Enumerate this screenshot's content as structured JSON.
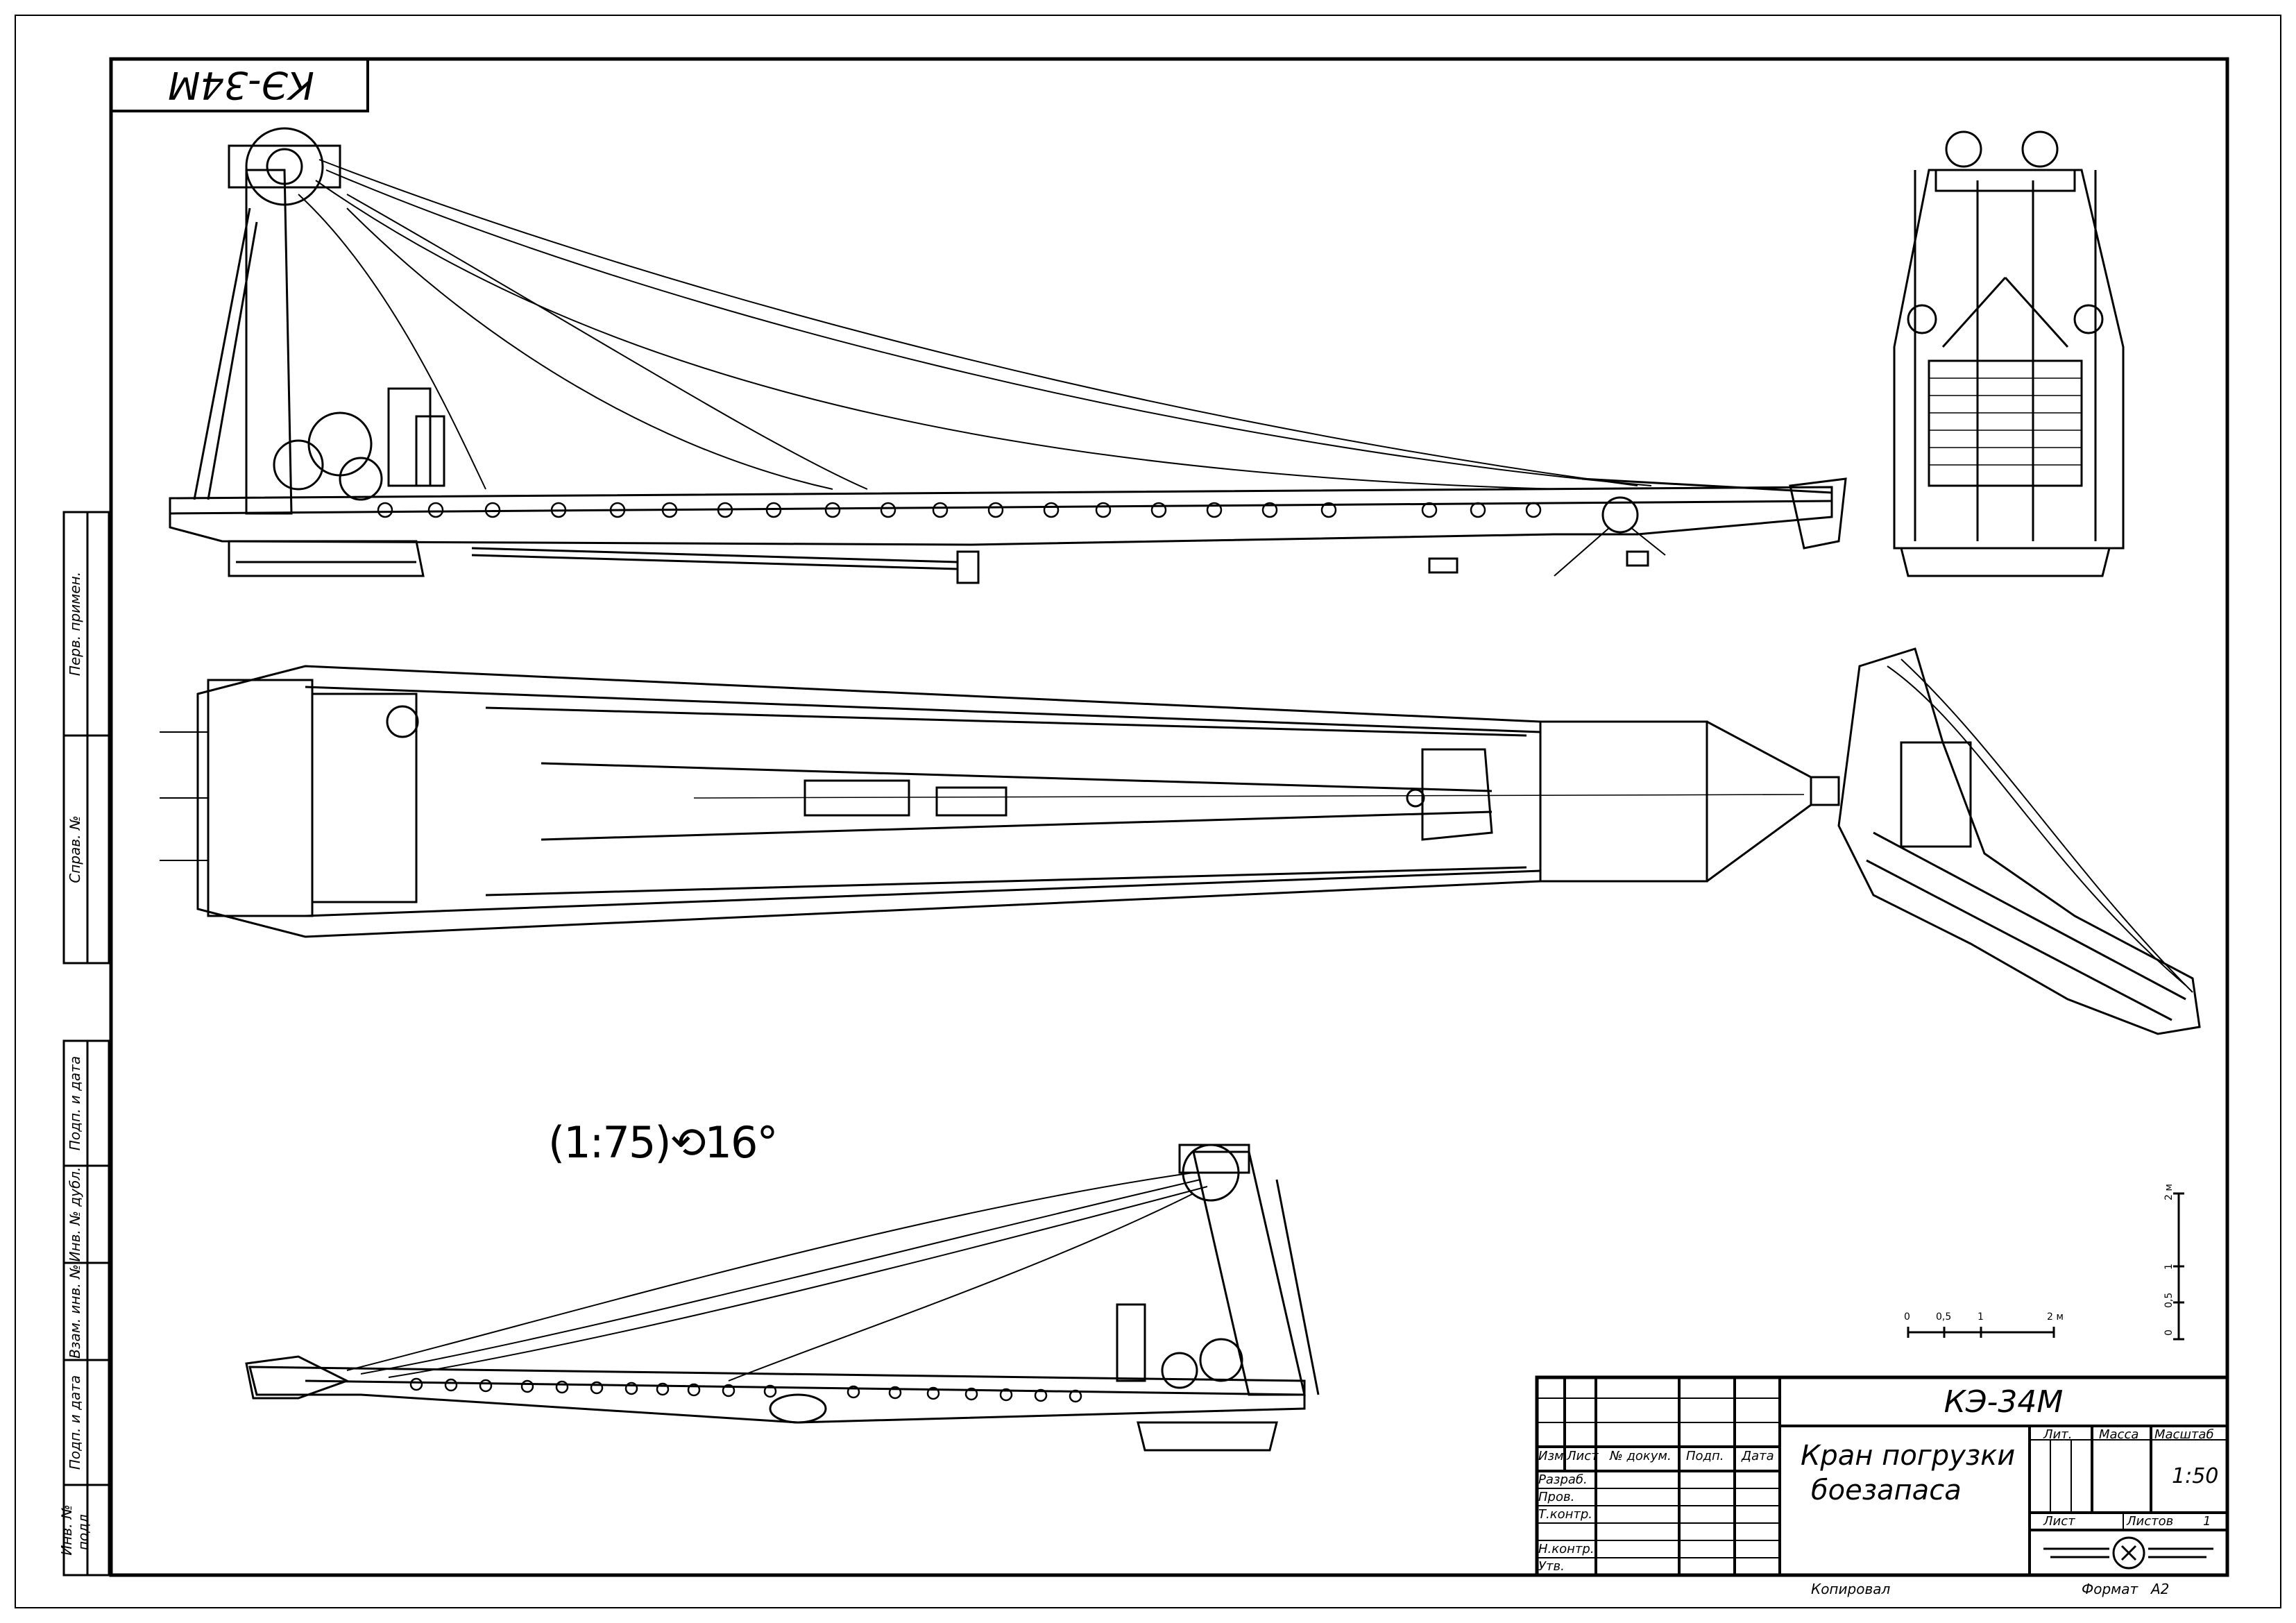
{
  "corner_stamp": "КЭ-34М",
  "scale_annotation": "(1:75)⟲16°",
  "left_margin_labels": [
    "Перв. примен.",
    "Справ. №",
    "Подп. и дата",
    "Инв. № дубл.",
    "Взам. инв. №",
    "Подп. и дата",
    "Инв. № подл."
  ],
  "title_block": {
    "designation": "КЭ-34М",
    "name_line1": "Кран погрузки",
    "name_line2": "боезапаса",
    "col_headers": [
      "Изм.",
      "Лист",
      "№ докум.",
      "Подп.",
      "Дата"
    ],
    "row_labels": [
      "Разраб.",
      "Пров.",
      "Т.контр.",
      "",
      "Н.контр.",
      "Утв."
    ],
    "lit_label": "Лит.",
    "mass_label": "Масса",
    "scale_label": "Масштаб",
    "scale_value": "1:50",
    "sheet_label": "Лист",
    "sheets_label": "Листов",
    "sheets_value": "1"
  },
  "copied_label": "Копировал",
  "format_label": "Формат",
  "format_value": "A2",
  "scale_bar_h": {
    "ticks": [
      "0",
      "0,5",
      "1",
      "2 м"
    ]
  },
  "scale_bar_v": {
    "ticks": [
      "0",
      "0,5",
      "1",
      "2 м"
    ]
  }
}
